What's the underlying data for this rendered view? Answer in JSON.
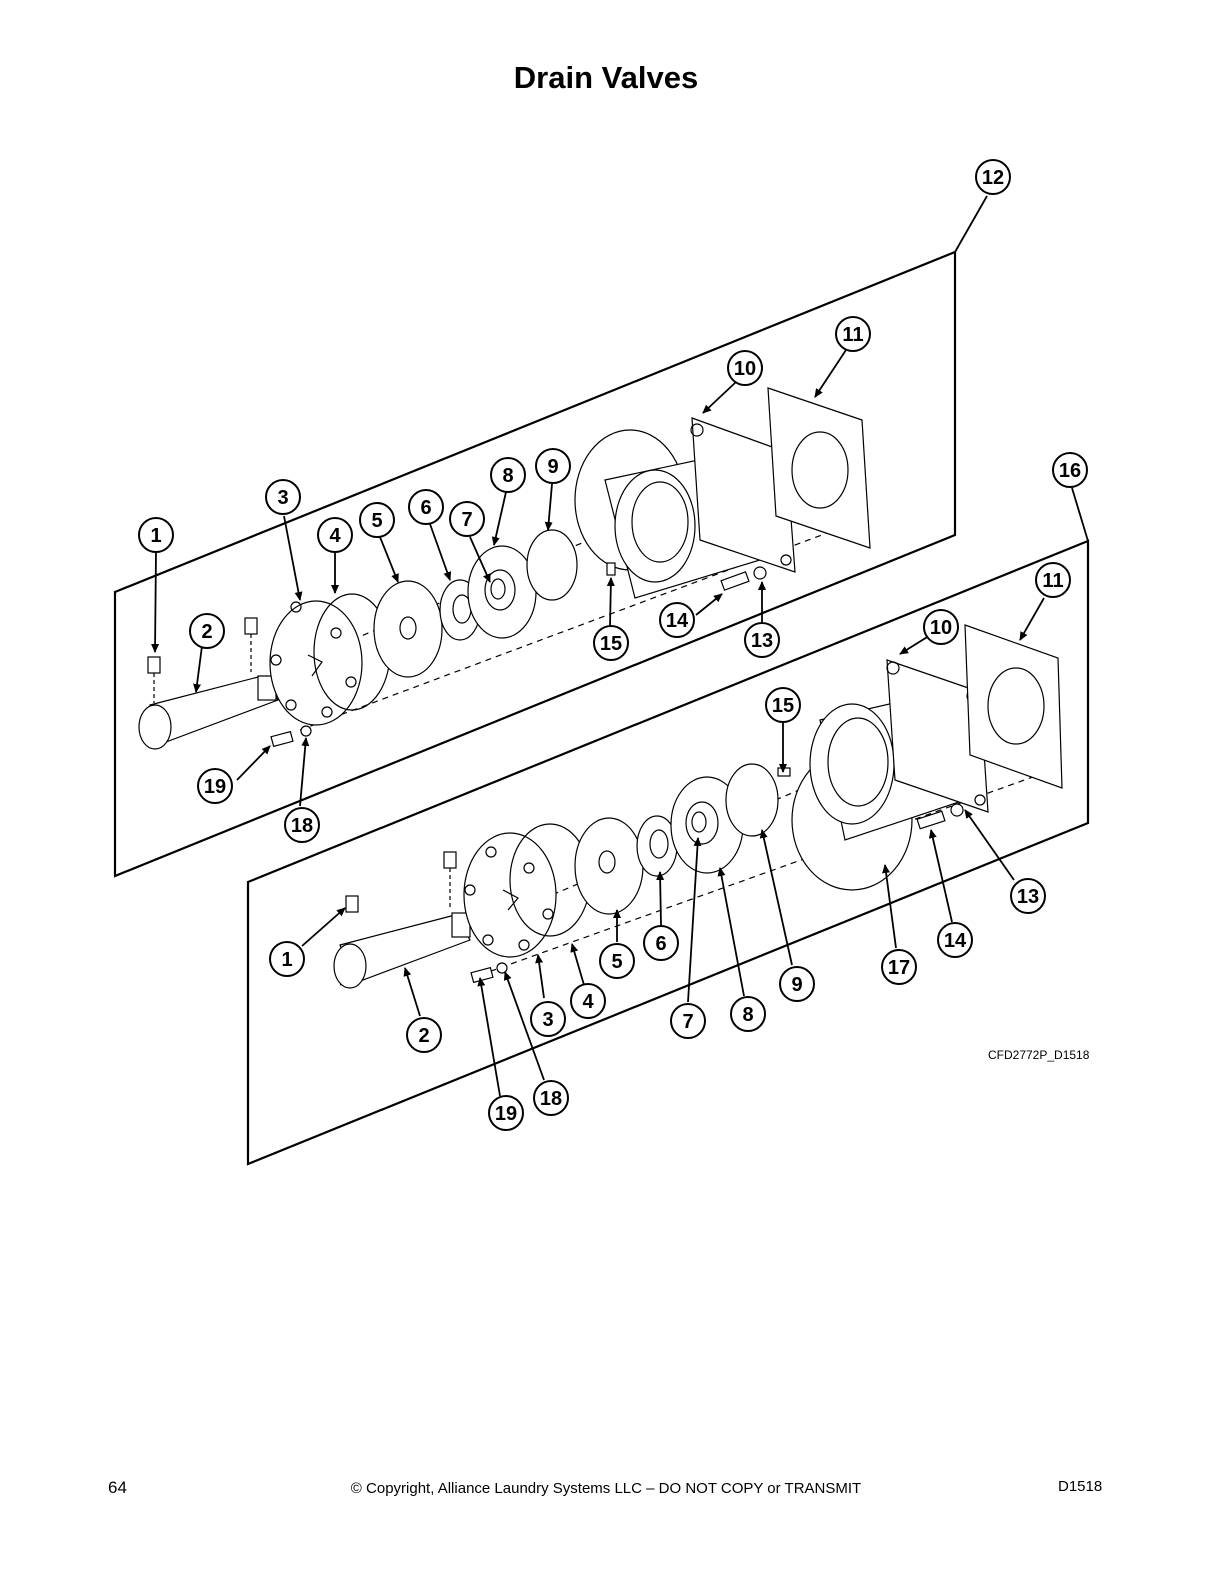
{
  "page": {
    "title": "Drain Valves",
    "figure_code": "CFD2772P_D1518",
    "page_number": "64",
    "copyright": "© Copyright, Alliance Laundry Systems LLC – DO NOT COPY or TRANSMIT",
    "doc_id": "D1518"
  },
  "upper_assembly": {
    "callouts": [
      {
        "label": "1"
      },
      {
        "label": "2"
      },
      {
        "label": "3"
      },
      {
        "label": "4"
      },
      {
        "label": "5"
      },
      {
        "label": "6"
      },
      {
        "label": "7"
      },
      {
        "label": "8"
      },
      {
        "label": "9"
      },
      {
        "label": "10"
      },
      {
        "label": "11"
      },
      {
        "label": "12"
      },
      {
        "label": "13"
      },
      {
        "label": "14"
      },
      {
        "label": "15"
      },
      {
        "label": "18"
      },
      {
        "label": "19"
      }
    ]
  },
  "lower_assembly": {
    "callouts": [
      {
        "label": "1"
      },
      {
        "label": "2"
      },
      {
        "label": "3"
      },
      {
        "label": "4"
      },
      {
        "label": "5"
      },
      {
        "label": "6"
      },
      {
        "label": "7"
      },
      {
        "label": "8"
      },
      {
        "label": "9"
      },
      {
        "label": "10"
      },
      {
        "label": "11"
      },
      {
        "label": "13"
      },
      {
        "label": "14"
      },
      {
        "label": "15"
      },
      {
        "label": "16"
      },
      {
        "label": "17"
      },
      {
        "label": "18"
      },
      {
        "label": "19"
      }
    ]
  }
}
